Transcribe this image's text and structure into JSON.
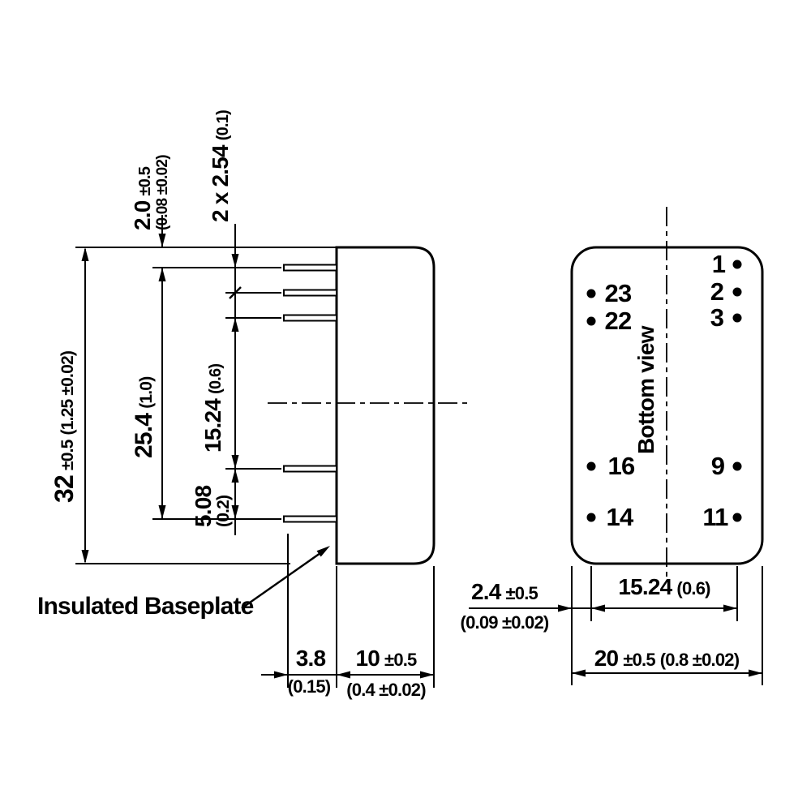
{
  "side_view": {
    "baseplate_label": "Insulated Baseplate",
    "dim_height_value": "32",
    "dim_height_tol": "±0.5",
    "dim_height_inch": "(1.25 ±0.02)",
    "dim_pin_span_value": "25.4",
    "dim_pin_span_inch": "(1.0)",
    "dim_standoff_value": "2.0",
    "dim_standoff_tol": "±0.5",
    "dim_standoff_inch": "(0.08 ±0.02)",
    "dim_pitch_value": "2 x 2.54",
    "dim_pitch_inch": "(0.1)",
    "dim_mid_gap_value": "15.24",
    "dim_mid_gap_inch": "(0.6)",
    "dim_lower_pitch_value": "5.08",
    "dim_lower_pitch_inch": "(0.2)",
    "dim_pin_length_value": "3.8",
    "dim_pin_length_inch": "(0.15)",
    "dim_depth_value": "10",
    "dim_depth_tol": "±0.5",
    "dim_depth_inch": "(0.4 ±0.02)"
  },
  "bottom_view": {
    "label": "Bottom view",
    "pin_labels": [
      "1",
      "2",
      "3",
      "23",
      "22",
      "16",
      "9",
      "14",
      "11"
    ],
    "dim_edge_value": "2.4",
    "dim_edge_tol": "±0.5",
    "dim_edge_inch": "(0.09 ±0.02)",
    "dim_row_value": "15.24",
    "dim_row_inch": "(0.6)",
    "dim_width_value": "20",
    "dim_width_tol": "±0.5",
    "dim_width_inch": "(0.8 ±0.02)"
  },
  "colors": {
    "line": "#000000",
    "background": "#ffffff"
  }
}
